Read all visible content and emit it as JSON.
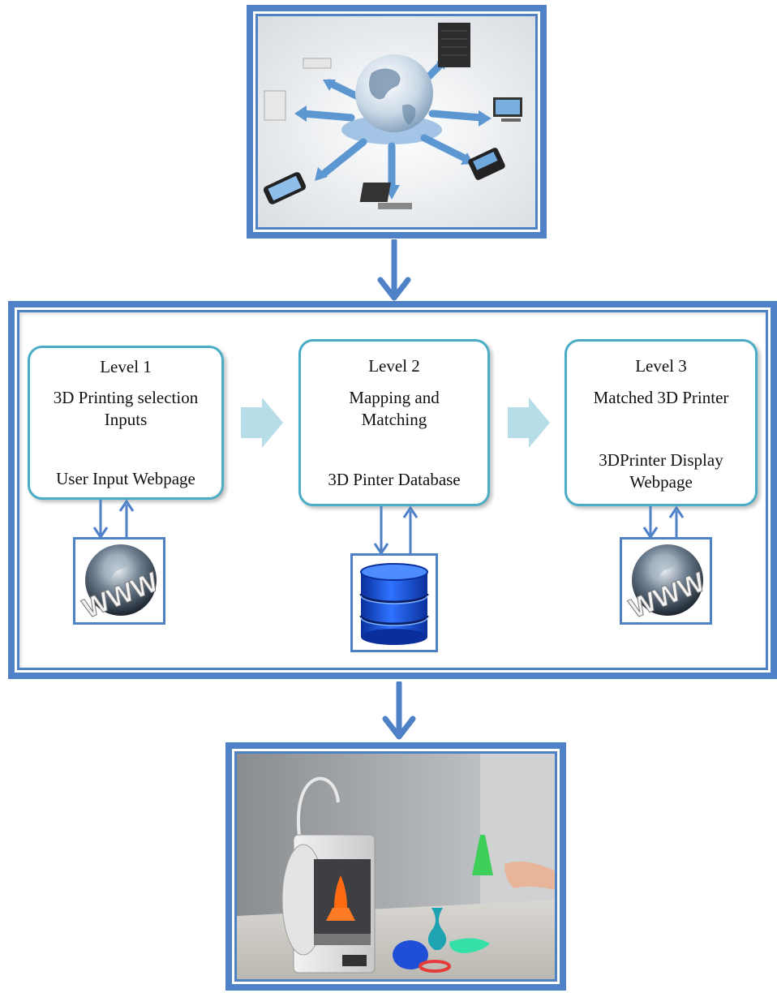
{
  "colors": {
    "frame_blue": "#4f81c7",
    "level_border": "#4bacc6",
    "chevron": "#b7dde8",
    "flow_arrow": "#4f81c7"
  },
  "top_panel": {
    "image": "network-globe-icon"
  },
  "middle_panel": {
    "level1": {
      "title": "Level 1",
      "line1": "3D Printing selection",
      "line2": "Inputs",
      "bottom": "User Input  Webpage",
      "icon": "www-globe-icon"
    },
    "level2": {
      "title": "Level 2",
      "line1": "Mapping  and",
      "line2": "Matching",
      "bottom": "3D Pinter Database",
      "icon": "database-icon"
    },
    "level3": {
      "title": "Level 3",
      "line1": "Matched 3D Printer",
      "line2": "3DPrinter Display",
      "line3": "Webpage",
      "icon": "www-globe-icon"
    }
  },
  "bottom_panel": {
    "image": "3d-printer-photo"
  }
}
